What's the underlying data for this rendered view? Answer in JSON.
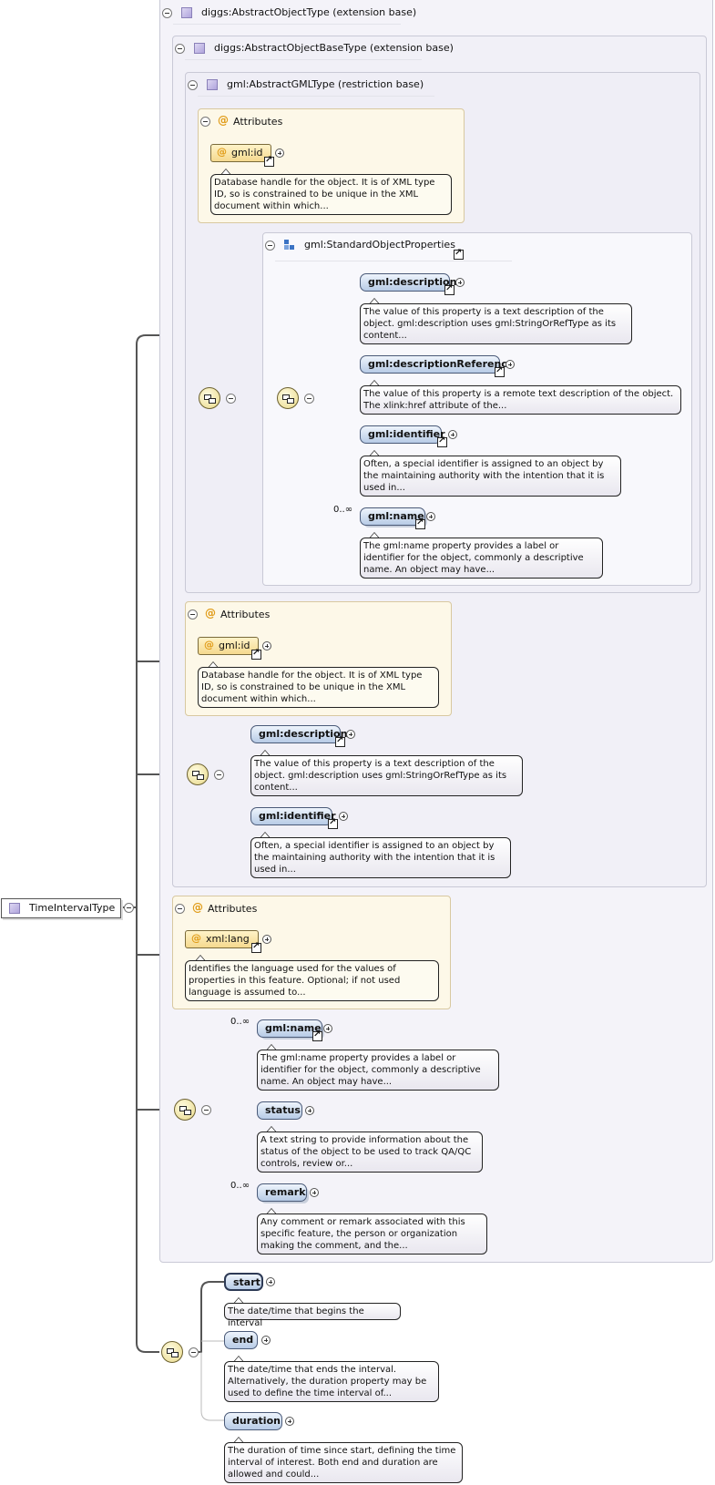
{
  "root": {
    "label": "TimeIntervalType"
  },
  "types": {
    "abstract_object": "diggs:AbstractObjectType (extension base)",
    "abstract_object_base": "diggs:AbstractObjectBaseType (extension base)",
    "abstract_gml": "gml:AbstractGMLType (restriction base)"
  },
  "group": {
    "standard_object_properties": "gml:StandardObjectProperties"
  },
  "attributes": {
    "title": "Attributes",
    "gml_id": "gml:id",
    "gml_id_doc": "Database handle for the object. It is of XML type ID, so is constrained to be unique in the XML document within which...",
    "xml_lang": "xml:lang",
    "xml_lang_doc": "Identifies the language used for the values of properties in this feature. Optional; if not used language is assumed to..."
  },
  "elements": {
    "description": "gml:description",
    "description_doc": "The value of this property is a text description of the object. gml:description uses gml:StringOrRefType as its content...",
    "description_reference": "gml:descriptionReference",
    "description_reference_doc": "The value of this property is a remote text description of the object. The xlink:href attribute of the...",
    "identifier": "gml:identifier",
    "identifier_doc": "Often, a special identifier is assigned to an object by the maintaining authority with the intention that it is used in...",
    "name": "gml:name",
    "name_doc": "The gml:name property provides a label or identifier for the object, commonly a descriptive name. An object may have...",
    "status": "status",
    "status_doc": "A text string to provide information about the status of the object to be used to track QA/QC controls, review or...",
    "remark": "remark",
    "remark_doc": "Any comment or remark associated with this specific feature, the person or organization making the comment, and the...",
    "start": "start",
    "start_doc": "The date/time that begins the interval",
    "end": "end",
    "end_doc": "The date/time that ends the interval. Alternatively, the duration property may be used to define the time interval of...",
    "duration": "duration",
    "duration_doc": "The duration of time since start, defining the time interval of interest. Both end and duration are allowed and could..."
  },
  "occurrence": {
    "unbounded": "0..∞"
  }
}
